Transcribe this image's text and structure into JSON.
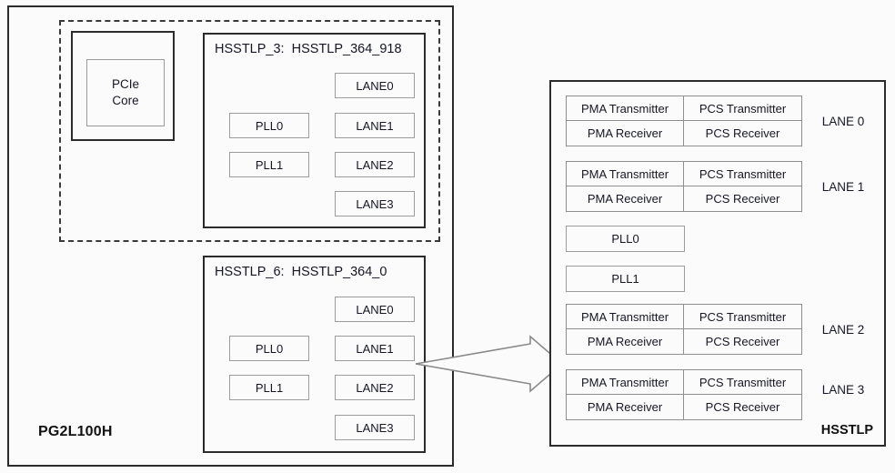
{
  "chip": {
    "name": "PG2L100H",
    "pcie_core": "PCIe\nCore",
    "blocks": [
      {
        "title": "HSSTLP_3:  HSSTLP_364_918",
        "plls": [
          "PLL0",
          "PLL1"
        ],
        "lanes": [
          "LANE0",
          "LANE1",
          "LANE2",
          "LANE3"
        ]
      },
      {
        "title": "HSSTLP_6:  HSSTLP_364_0",
        "plls": [
          "PLL0",
          "PLL1"
        ],
        "lanes": [
          "LANE0",
          "LANE1",
          "LANE2",
          "LANE3"
        ]
      }
    ]
  },
  "detail": {
    "name": "HSSTLP",
    "lane_cells": [
      "PMA Transmitter",
      "PCS Transmitter",
      "PMA Receiver",
      "PCS Receiver"
    ],
    "lanes": [
      {
        "label": "LANE 0",
        "cells": [
          "PMA Transmitter",
          "PCS Transmitter",
          "PMA Receiver",
          "PCS Receiver"
        ]
      },
      {
        "label": "LANE 1",
        "cells": [
          "PMA Transmitter",
          "PCS Transmitter",
          "PMA Receiver",
          "PCS Receiver"
        ]
      },
      {
        "label": "LANE 2",
        "cells": [
          "PMA Transmitter",
          "PCS Transmitter",
          "PMA Receiver",
          "PCS Receiver"
        ]
      },
      {
        "label": "LANE 3",
        "cells": [
          "PMA Transmitter",
          "PCS Transmitter",
          "PMA Receiver",
          "PCS Receiver"
        ]
      }
    ],
    "plls": [
      "PLL0",
      "PLL1"
    ]
  },
  "colors": {
    "outline": "#2b2b2b",
    "sub_outline": "#9c9c9c",
    "text": "#161626",
    "background": "#fbfbfb",
    "arrow_stroke": "#8a8a8a"
  }
}
